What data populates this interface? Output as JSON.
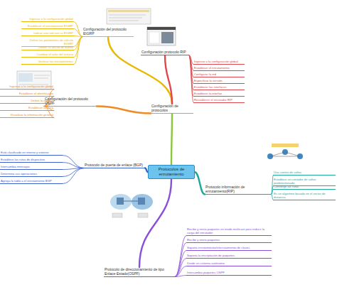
{
  "diagram": {
    "nodes": [
      {
        "text": [
          "Protocolos de enrutamiento"
        ]
      },
      {
        "text": [
          "Configuración de protocolos"
        ]
      },
      {
        "text": [
          "Configuración del protocolo EIGRP"
        ]
      },
      {
        "text": [
          "Ingresar a la configuración global"
        ]
      },
      {
        "text": [
          "Establecer el enrutamiento EIGRP"
        ]
      },
      {
        "text": [
          "Indicar una red con su EIGRP"
        ]
      },
      {
        "text": [
          "Definir los parámetros de cálculo EIGRP"
        ]
      },
      {
        "text": [
          "Definir su ancho de banda"
        ]
      },
      {
        "text": [
          "Cambiar el valor del retraso"
        ]
      },
      {
        "text": [
          "Verificar los enrutamientos"
        ]
      },
      {
        "text": [
          "Configuración protocolo RIP"
        ]
      },
      {
        "text": [
          "Ingresar a la configuración global"
        ]
      },
      {
        "text": [
          "Establecer el enrutamiento"
        ]
      },
      {
        "text": [
          "Configurar la red"
        ]
      },
      {
        "text": [
          "Especificar la versión"
        ]
      },
      {
        "text": [
          "Establecer las interfaces"
        ]
      },
      {
        "text": [
          "Establecer la interfaz"
        ]
      },
      {
        "text": [
          "Restablecer el enrutador RIP"
        ]
      },
      {
        "text": [
          "Configuración del protocolo OSPF"
        ]
      },
      {
        "text": [
          "Ingresar a la configuración global"
        ]
      },
      {
        "text": [
          "Establecer el identificador"
        ]
      },
      {
        "text": [
          "Definir la interfaz"
        ]
      },
      {
        "text": [
          "Establecer su área"
        ]
      },
      {
        "text": [
          "Visualizar la información general"
        ]
      },
      {
        "text": [
          "Protocolo de puerta de enlace (BGP)"
        ]
      },
      {
        "text": [
          "Está clasificado en interno y externo"
        ]
      },
      {
        "text": [
          "Establece las rutas de dispositivo"
        ]
      },
      {
        "text": [
          "Intercambia mensajes"
        ]
      },
      {
        "text": [
          "Determina sus operaciones"
        ]
      },
      {
        "text": [
          "Agrega la tabla a el enrutamiento BGP"
        ]
      },
      {
        "text": [
          "Protocolo información de enrutamiento(RIP)"
        ]
      },
      {
        "text": [
          "Usa conteo de saltos"
        ]
      },
      {
        "text": [
          "Establece un contador de saltos predeterminado"
        ]
      },
      {
        "text": [
          "Converge las rutas"
        ]
      },
      {
        "text": [
          "Es un algoritmo basado en el vector de distancia"
        ]
      },
      {
        "text": [
          "Protocolo de direccionamiento de tipo Enlace-Estado(OSPF)"
        ]
      },
      {
        "text": [
          "Recibe y envía paquetes en modo multicast para reducir la carga del enrutador"
        ]
      },
      {
        "text": [
          "Recibe y envía paquetes"
        ]
      },
      {
        "text": [
          "Soporta enrutamiento/interrutamiento de clases"
        ]
      },
      {
        "text": [
          "Soporta la encriptación de paquetes"
        ]
      },
      {
        "text": [
          "Divide un sistema autónomo"
        ]
      },
      {
        "text": [
          "Intercambia paquetes OSPF"
        ]
      }
    ],
    "edges": [
      {
        "from": 0,
        "to": 1,
        "arrow": "none"
      },
      {
        "from": 1,
        "to": 2,
        "arrow": "none"
      },
      {
        "from": 2,
        "to": 3,
        "arrow": "none"
      },
      {
        "from": 2,
        "to": 4,
        "arrow": "none"
      },
      {
        "from": 2,
        "to": 5,
        "arrow": "none"
      },
      {
        "from": 2,
        "to": 6,
        "arrow": "none"
      },
      {
        "from": 2,
        "to": 7,
        "arrow": "none"
      },
      {
        "from": 2,
        "to": 8,
        "arrow": "none"
      },
      {
        "from": 2,
        "to": 9,
        "arrow": "none"
      },
      {
        "from": 1,
        "to": 10,
        "arrow": "none"
      },
      {
        "from": 10,
        "to": 11,
        "arrow": "none"
      },
      {
        "from": 10,
        "to": 12,
        "arrow": "none"
      },
      {
        "from": 10,
        "to": 13,
        "arrow": "none"
      },
      {
        "from": 10,
        "to": 14,
        "arrow": "none"
      },
      {
        "from": 10,
        "to": 15,
        "arrow": "none"
      },
      {
        "from": 10,
        "to": 16,
        "arrow": "none"
      },
      {
        "from": 10,
        "to": 17,
        "arrow": "none"
      },
      {
        "from": 1,
        "to": 18,
        "arrow": "none"
      },
      {
        "from": 18,
        "to": 19,
        "arrow": "none"
      },
      {
        "from": 18,
        "to": 20,
        "arrow": "none"
      },
      {
        "from": 18,
        "to": 21,
        "arrow": "none"
      },
      {
        "from": 18,
        "to": 22,
        "arrow": "none"
      },
      {
        "from": 18,
        "to": 23,
        "arrow": "none"
      },
      {
        "from": 0,
        "to": 24,
        "arrow": "none"
      },
      {
        "from": 24,
        "to": 25,
        "arrow": "none"
      },
      {
        "from": 24,
        "to": 26,
        "arrow": "none"
      },
      {
        "from": 24,
        "to": 27,
        "arrow": "none"
      },
      {
        "from": 24,
        "to": 28,
        "arrow": "none"
      },
      {
        "from": 24,
        "to": 29,
        "arrow": "none"
      },
      {
        "from": 0,
        "to": 30,
        "arrow": "none"
      },
      {
        "from": 30,
        "to": 31,
        "arrow": "none"
      },
      {
        "from": 30,
        "to": 32,
        "arrow": "none"
      },
      {
        "from": 30,
        "to": 33,
        "arrow": "none"
      },
      {
        "from": 30,
        "to": 34,
        "arrow": "none"
      },
      {
        "from": 0,
        "to": 35,
        "arrow": "none"
      },
      {
        "from": 35,
        "to": 36,
        "arrow": "none"
      },
      {
        "from": 35,
        "to": 37,
        "arrow": "none"
      },
      {
        "from": 35,
        "to": 38,
        "arrow": "none"
      },
      {
        "from": 35,
        "to": 39,
        "arrow": "none"
      },
      {
        "from": 35,
        "to": 40,
        "arrow": "none"
      },
      {
        "from": 35,
        "to": 41,
        "arrow": "none"
      }
    ]
  }
}
